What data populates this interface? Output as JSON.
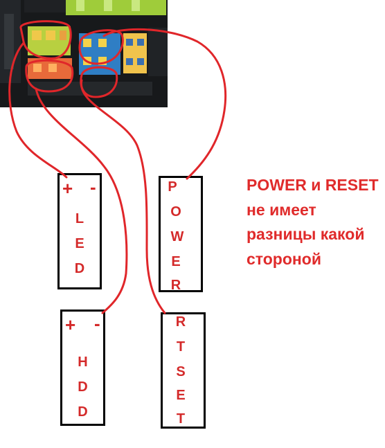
{
  "boxes": {
    "led": {
      "letters": [
        "L",
        "E",
        "D"
      ],
      "plus": "+",
      "minus": "-"
    },
    "hdd": {
      "letters": [
        "H",
        "D",
        "D"
      ],
      "plus": "+",
      "minus": "-"
    },
    "power": {
      "letters": [
        "P",
        "O",
        "W",
        "E",
        "R"
      ]
    },
    "reset": {
      "letters": [
        "R",
        "T",
        "S",
        "E",
        "T"
      ]
    }
  },
  "note": {
    "lines": [
      "POWER и RESET",
      "не имеет",
      "разницы какой",
      "стороной"
    ]
  },
  "colors": {
    "wire": "#e0262a",
    "label": "#d42a2a",
    "box_border": "#000000",
    "board": "#16191c"
  }
}
